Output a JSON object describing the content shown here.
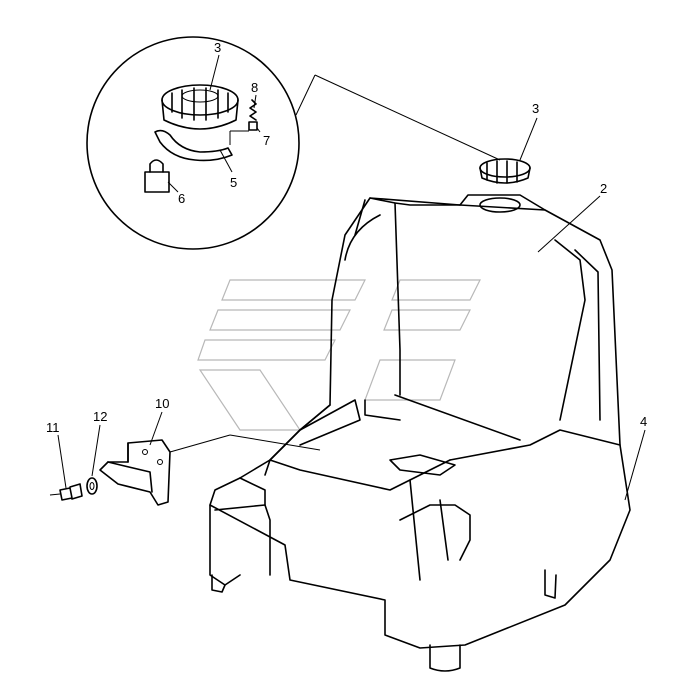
{
  "callouts": [
    {
      "id": "c3a",
      "text": "3"
    },
    {
      "id": "c8",
      "text": "8"
    },
    {
      "id": "c7",
      "text": "7"
    },
    {
      "id": "c5",
      "text": "5"
    },
    {
      "id": "c6",
      "text": "6"
    },
    {
      "id": "c3b",
      "text": "3"
    },
    {
      "id": "c2",
      "text": "2"
    },
    {
      "id": "c4",
      "text": "4"
    },
    {
      "id": "c10",
      "text": "10"
    },
    {
      "id": "c11",
      "text": "11"
    },
    {
      "id": "c12",
      "text": "12"
    }
  ],
  "colors": {
    "ink": "#000000",
    "watermark": "#b8b8b8",
    "paper": "#ffffff"
  }
}
